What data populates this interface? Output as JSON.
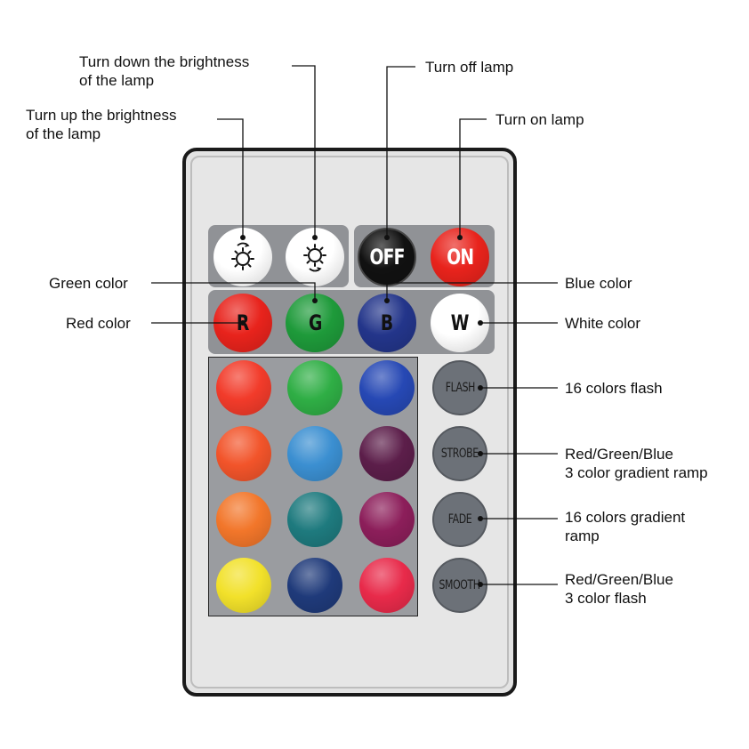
{
  "callouts": {
    "brightness_down": "Turn down the brightness\nof the lamp",
    "brightness_up": "Turn up the brightness\nof the lamp",
    "turn_off": "Turn off lamp",
    "turn_on": "Turn on lamp",
    "green": "Green color",
    "red": "Red color",
    "blue": "Blue color",
    "white": "White color",
    "flash": "16 colors flash",
    "strobe": "Red/Green/Blue\n3 color gradient ramp",
    "fade": "16 colors gradient\nramp",
    "smooth": "Red/Green/Blue\n3 color flash"
  },
  "buttons": {
    "off": "OFF",
    "on": "ON",
    "r": "R",
    "g": "G",
    "b": "B",
    "w": "W",
    "flash": "FLASH",
    "strobe": "STROBE",
    "fade": "FADE",
    "smooth": "SMOOTH"
  },
  "icons": {
    "brightness_up": "sun-arrow-up-icon",
    "brightness_down": "sun-arrow-down-icon"
  },
  "colors": {
    "red": "#e8231c",
    "green": "#1e9a3a",
    "blue": "#23358a",
    "white": "#ffffff",
    "off": "#111111",
    "on": "#e8231c",
    "swatches": [
      "#f23b2a",
      "#2fae45",
      "#2648b4",
      "#f2542a",
      "#3b8fd1",
      "#5c1e4a",
      "#f2762a",
      "#1e7a7e",
      "#8c1e5a",
      "#f2e12a",
      "#1f3a7a",
      "#e82a4a"
    ]
  }
}
